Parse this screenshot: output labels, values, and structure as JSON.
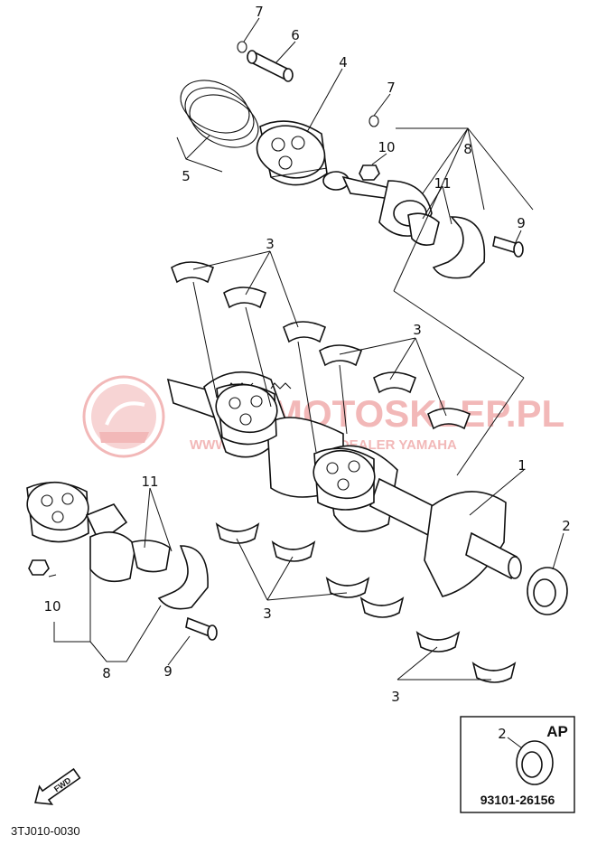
{
  "callouts": {
    "n1": "1",
    "n2": "2",
    "n3a": "3",
    "n3b": "3",
    "n3c": "3",
    "n3d": "3",
    "n4": "4",
    "n5": "5",
    "n6": "6",
    "n7a": "7",
    "n7b": "7",
    "n8a": "8",
    "n8b": "8",
    "n9a": "9",
    "n9b": "9",
    "n10a": "10",
    "n10b": "10",
    "n11a": "11",
    "n11b": "11"
  },
  "watermark": {
    "line1": "MOTOSKLEP.PL",
    "line2": "WWW.MOTOSKLEP.PL DEALER YAMAHA"
  },
  "inset": {
    "tag": "AP",
    "callout": "2",
    "part_number": "93101-26156"
  },
  "fwd_label": "FWD",
  "diagram_code": "3TJ010-0030",
  "colors": {
    "ink": "#111111",
    "watermark": "#f2b8b8"
  }
}
